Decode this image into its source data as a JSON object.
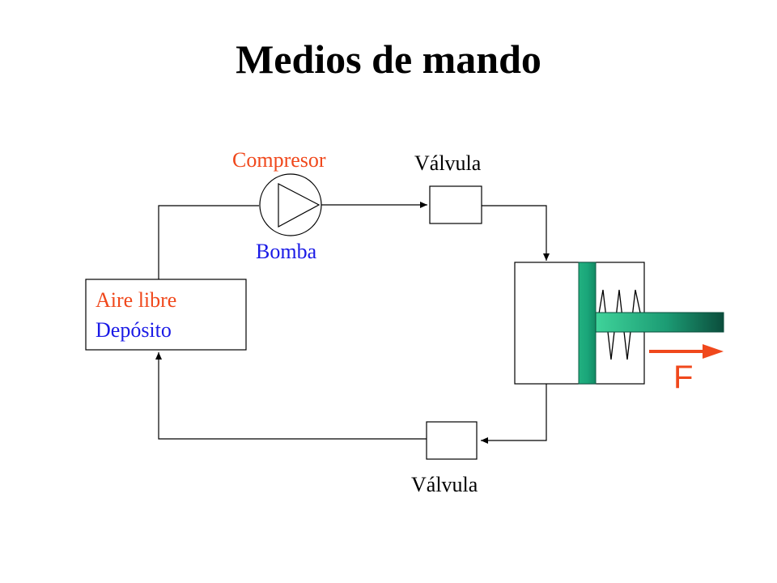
{
  "title": "Medios de mando",
  "labels": {
    "compresor": "Compresor",
    "bomba": "Bomba",
    "valvula_top": "Válvula",
    "valvula_bottom": "Válvula",
    "aire_libre": "Aire libre",
    "deposito": "Depósito",
    "force": "F"
  },
  "colors": {
    "orange_red": "#f0481c",
    "blue": "#1a1ae6",
    "piston_green": "#1aa67a",
    "rod_green_dark": "#0e5a46",
    "rod_green_light": "#2fbf8a",
    "line": "#000000"
  }
}
